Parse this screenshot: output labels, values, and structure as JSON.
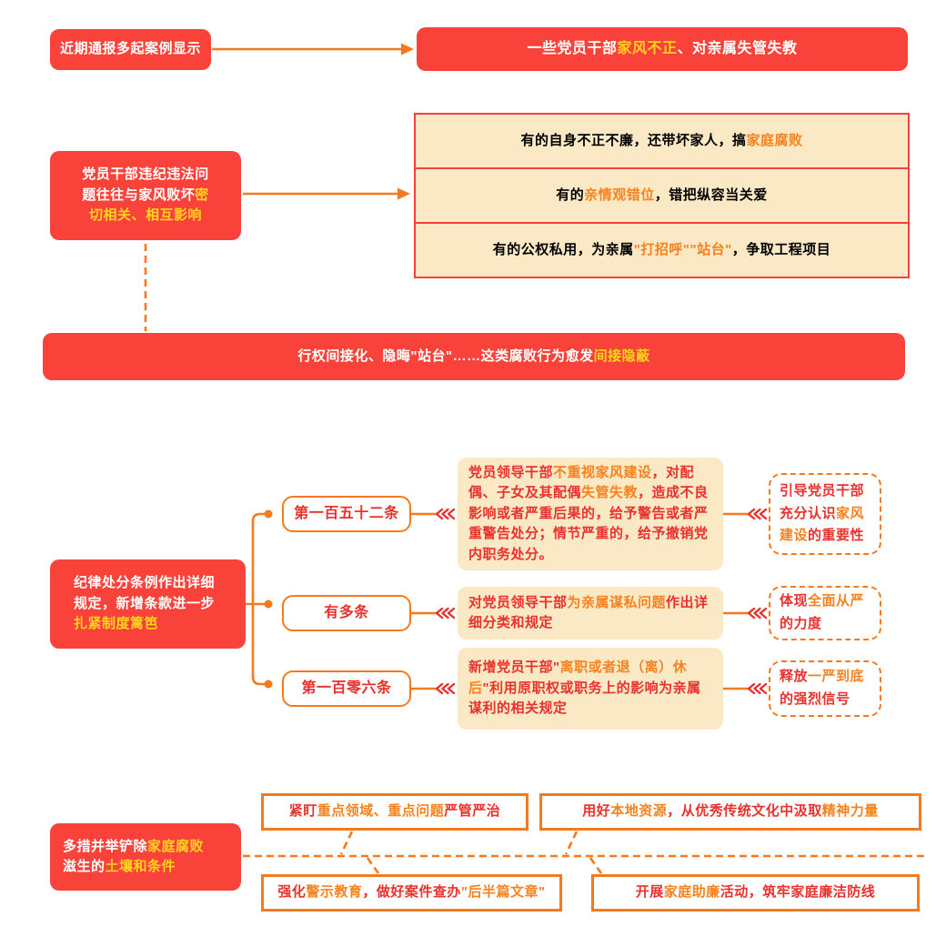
{
  "colors": {
    "box_red": "#F8423A",
    "highlight_yellow": "#FFD31E",
    "line_orange": "#F5791D",
    "text_red": "#E8322D",
    "highlight_orange": "#F5821F",
    "cream_bg": "#FBE8C5"
  },
  "flow1": {
    "cause": [
      {
        "t": "近期通报多起案例显示"
      }
    ],
    "effect": [
      {
        "t": "一些党员干部"
      },
      {
        "t": "家风不正",
        "hl": "yellow"
      },
      {
        "t": "、对亲属失管失教"
      }
    ]
  },
  "flow2": {
    "cause": [
      {
        "t": "党员干部违纪违法问题往往与家风败坏"
      },
      {
        "t": "密切相关、相互影响",
        "hl": "yellow"
      }
    ],
    "examples": [
      [
        {
          "t": "有的自身不正不廉，还带坏家人，搞"
        },
        {
          "t": "家庭腐败",
          "hl": "orange"
        }
      ],
      [
        {
          "t": "有的"
        },
        {
          "t": "亲情观错位",
          "hl": "orange"
        },
        {
          "t": "，错把纵容当关爱"
        }
      ],
      [
        {
          "t": "有的公权私用，为亲属"
        },
        {
          "t": "\"打招呼\"\"站台\"",
          "hl": "orange"
        },
        {
          "t": "，争取工程项目"
        }
      ]
    ],
    "banner": [
      {
        "t": "行权间接化、隐晦\"站台\"……这类腐败行为愈发"
      },
      {
        "t": "间接隐蔽",
        "hl": "yellow"
      }
    ]
  },
  "flow3": {
    "intro": [
      {
        "t": "纪律处分条例作出详细规定，新增条款进一步"
      },
      {
        "t": "扎紧制度篱笆",
        "hl": "yellow"
      }
    ],
    "clauses": [
      {
        "label": "第一百五十二条",
        "detail": [
          {
            "t": "党员领导干部"
          },
          {
            "t": "不重视家风建设",
            "hl": "orange"
          },
          {
            "t": "，对配偶、子女及其配偶"
          },
          {
            "t": "失管失教",
            "hl": "orange"
          },
          {
            "t": "，造成不良影响或者严重后果的，给予警告或者严重警告处分；情节严重的，给予撤销党内职务处分。"
          }
        ],
        "note": [
          {
            "t": "引导党员干部充分认识"
          },
          {
            "t": "家风建设",
            "hl": "orange"
          },
          {
            "t": "的重要性"
          }
        ]
      },
      {
        "label": "有多条",
        "detail": [
          {
            "t": "对党员领导干部"
          },
          {
            "t": "为亲属谋私问题",
            "hl": "orange"
          },
          {
            "t": "作出详细分类和规定"
          }
        ],
        "note": [
          {
            "t": "体现"
          },
          {
            "t": "全面从严",
            "hl": "orange"
          },
          {
            "t": "的力度"
          }
        ]
      },
      {
        "label": "第一百零六条",
        "detail": [
          {
            "t": "新增党员干部\""
          },
          {
            "t": "离职或者退（离）休后",
            "hl": "orange"
          },
          {
            "t": "\"利用原职权或职务上的影响为亲属谋利的相关规定"
          }
        ],
        "note": [
          {
            "t": "释放"
          },
          {
            "t": "一严到底",
            "hl": "orange"
          },
          {
            "t": "的强烈信号"
          }
        ]
      }
    ]
  },
  "flow4": {
    "intro": [
      {
        "t": "多措并举铲除"
      },
      {
        "t": "家庭腐败",
        "hl": "yellow"
      },
      {
        "t": "滋生的"
      },
      {
        "t": "土壤和条件",
        "hl": "yellow"
      }
    ],
    "measures": [
      [
        {
          "t": "紧盯"
        },
        {
          "t": "重点领域、重点问题",
          "hl": "orange"
        },
        {
          "t": "严管严治"
        }
      ],
      [
        {
          "t": "用好"
        },
        {
          "t": "本地资源",
          "hl": "orange"
        },
        {
          "t": "，从优秀传统文化中汲取"
        },
        {
          "t": "精神力量",
          "hl": "orange"
        }
      ],
      [
        {
          "t": "强化"
        },
        {
          "t": "警示教育",
          "hl": "orange"
        },
        {
          "t": "，做好案件查办"
        },
        {
          "t": "\"后半篇文章\"",
          "hl": "orange"
        }
      ],
      [
        {
          "t": "开展"
        },
        {
          "t": "家庭助廉",
          "hl": "orange"
        },
        {
          "t": "活动，筑牢家庭廉洁防线"
        }
      ]
    ]
  }
}
